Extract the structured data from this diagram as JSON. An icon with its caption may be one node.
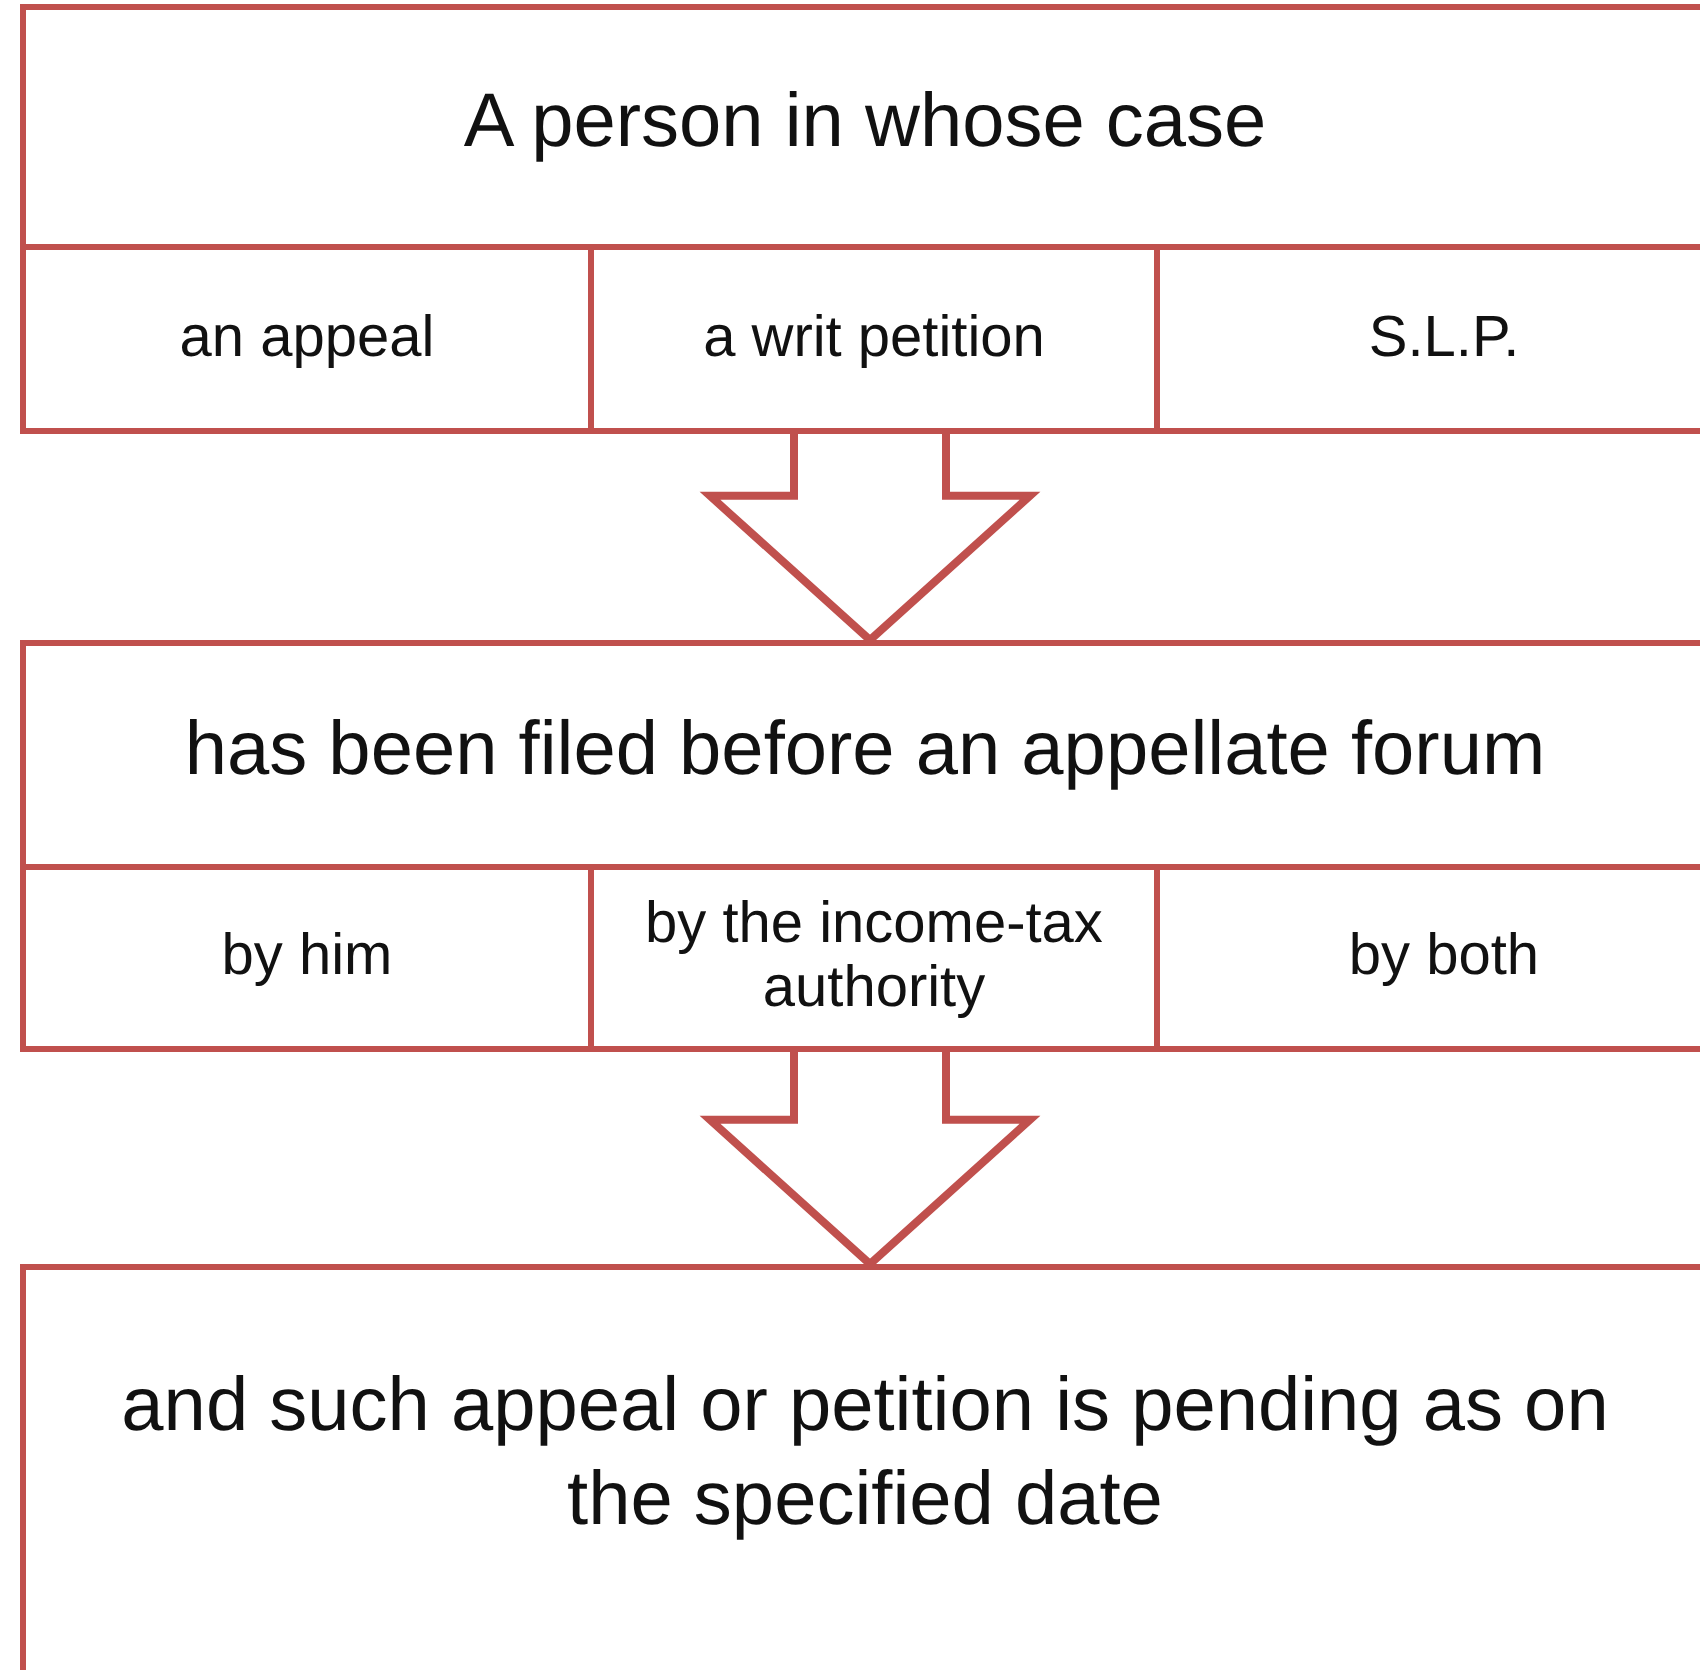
{
  "diagram": {
    "nodes": [
      {
        "text": [
          "A person in whose case"
        ]
      },
      {
        "text": [
          "an appeal"
        ],
        "in": 0
      },
      {
        "text": [
          "a writ petition"
        ],
        "in": 0
      },
      {
        "text": [
          "S.L.P."
        ],
        "in": 0
      },
      {
        "text": [
          "has been filed before an appellate forum"
        ]
      },
      {
        "text": [
          "by him"
        ],
        "in": 4
      },
      {
        "text": [
          "by the income-tax authority"
        ],
        "in": 4
      },
      {
        "text": [
          "by both"
        ],
        "in": 4
      },
      {
        "text": [
          "and such appeal or petition is pending as on the specified date"
        ]
      }
    ],
    "edges": [
      {
        "from": 0,
        "to": 4,
        "arrow": "to"
      },
      {
        "from": 4,
        "to": 8,
        "arrow": "to"
      }
    ]
  }
}
